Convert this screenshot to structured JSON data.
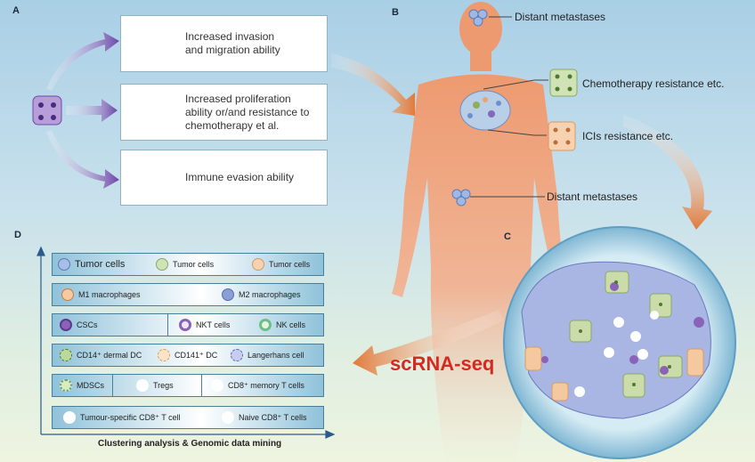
{
  "panel_a": {
    "label": "A",
    "boxes": [
      {
        "text": "Increased invasion\nand migration ability"
      },
      {
        "text": "Increased proliferation\nability or/and resistance to\nchemotherapy et al."
      },
      {
        "text": "Immune evasion ability"
      }
    ]
  },
  "panel_b": {
    "label": "B",
    "annotations": [
      "Distant metastases",
      "Chemotherapy resistance etc.",
      "ICIs resistance etc.",
      "Distant metastases"
    ]
  },
  "panel_c": {
    "label": "C",
    "method": "scRNA-seq"
  },
  "panel_d": {
    "label": "D",
    "x_axis_label": "Clustering analysis & Genomic data mining",
    "rows": [
      [
        "Tumor cells",
        "Tumor cells",
        "Tumor cells"
      ],
      [
        "M1 macrophages",
        "M2 macrophages"
      ],
      [
        "CSCs",
        "NKT cells",
        "NK cells"
      ],
      [
        "CD14⁺ dermal DC",
        "CD141⁺ DC",
        "Langerhans cell"
      ],
      [
        "MDSCs",
        "Tregs",
        "CD8⁺ memory T cells"
      ],
      [
        "Tumour-specific CD8⁺ T cell",
        "Naive CD8⁺ T cells"
      ]
    ]
  },
  "colors": {
    "arrow_purple": "#7e5bb4",
    "arrow_orange": "#e07a3a",
    "scrna_red": "#d42a20",
    "row_blue": "#8fc2da"
  }
}
